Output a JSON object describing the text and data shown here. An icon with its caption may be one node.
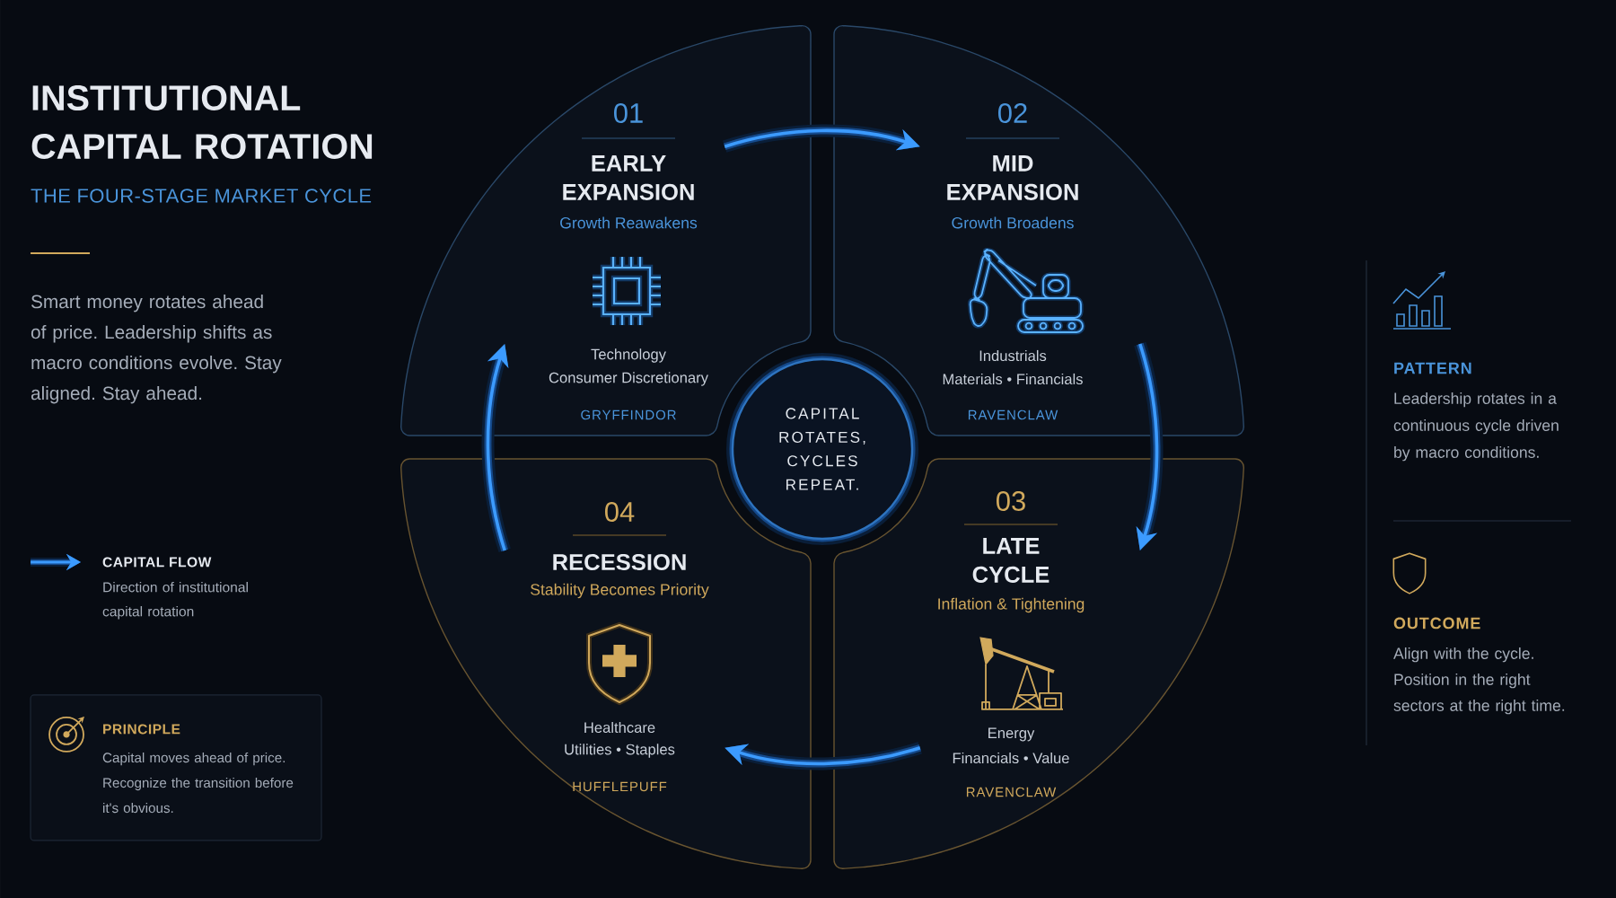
{
  "diagram": {
    "title": "INSTITUTIONAL CAPITAL ROTATION",
    "nodes": [
      {
        "text": [
          "01",
          "EARLY EXPANSION",
          "Growth Reawakens",
          "Technology",
          "Consumer Discretionary",
          "GRYFFINDOR"
        ]
      },
      {
        "text": [
          "02",
          "MID EXPANSION",
          "Growth Broadens",
          "Industrials",
          "Materials • Financials",
          "RAVENCLAW"
        ]
      },
      {
        "text": [
          "03",
          "LATE CYCLE",
          "Inflation & Tightening",
          "Energy",
          "Financials • Value",
          "RAVENCLAW"
        ]
      },
      {
        "text": [
          "04",
          "RECESSION",
          "Stability Becomes Priority",
          "Healthcare",
          "Utilities • Staples",
          "HUFFLEPUFF"
        ]
      },
      {
        "text": [
          "CAPITAL ROTATES, CYCLES REPEAT."
        ]
      },
      {
        "text": [
          "PRINCIPLE",
          "Capital moves ahead of price. Recognize the transition before it's obvious."
        ]
      }
    ],
    "edges": [
      {
        "from": 0,
        "to": 1,
        "arrow": "to"
      },
      {
        "from": 1,
        "to": 2,
        "arrow": "to"
      },
      {
        "from": 2,
        "to": 3,
        "arrow": "to"
      },
      {
        "from": 3,
        "to": 0,
        "arrow": "to"
      }
    ],
    "labels": [
      "THE FOUR-STAGE MARKET CYCLE",
      "Smart money rotates ahead of price. Leadership shifts as macro conditions evolve. Stay aligned. Stay ahead.",
      "Direction of institutional capital rotation",
      "PATTERN",
      "Leadership rotates in a continuous cycle driven by macro conditions.",
      "OUTCOME",
      "Align with the cycle. Position in the right sectors at the right time."
    ],
    "legend": [
      {
        "text": "CAPITAL FLOW"
      }
    ]
  }
}
